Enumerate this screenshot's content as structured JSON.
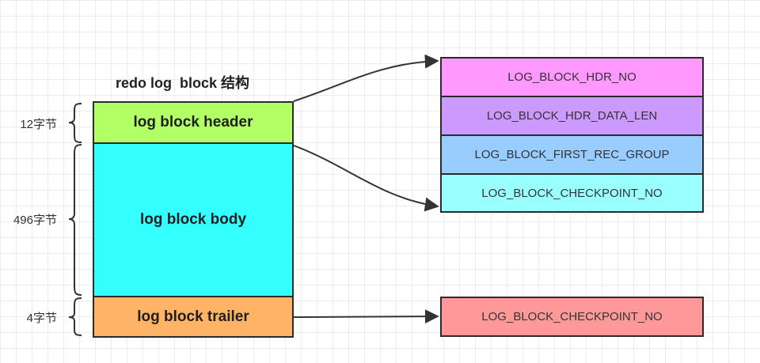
{
  "title": "redo log  block 结构",
  "blocks": {
    "header": "log block header",
    "body": "log block body",
    "trailer": "log block trailer"
  },
  "sizes": {
    "header": "12字节",
    "body": "496字节",
    "trailer": "4字节"
  },
  "header_fields": [
    "LOG_BLOCK_HDR_NO",
    "LOG_BLOCK_HDR_DATA_LEN",
    "LOG_BLOCK_FIRST_REC_GROUP",
    "LOG_BLOCK_CHECKPOINT_NO"
  ],
  "trailer_fields": [
    "LOG_BLOCK_CHECKPOINT_NO"
  ],
  "colors": {
    "header": "#b3ff66",
    "body": "#33ffff",
    "trailer": "#ffb366",
    "field_hdr_no": "#ff99ff",
    "field_data_len": "#cc99ff",
    "field_first_rec": "#99ccff",
    "field_checkpoint": "#99ffff",
    "field_trailer": "#ff9999"
  }
}
